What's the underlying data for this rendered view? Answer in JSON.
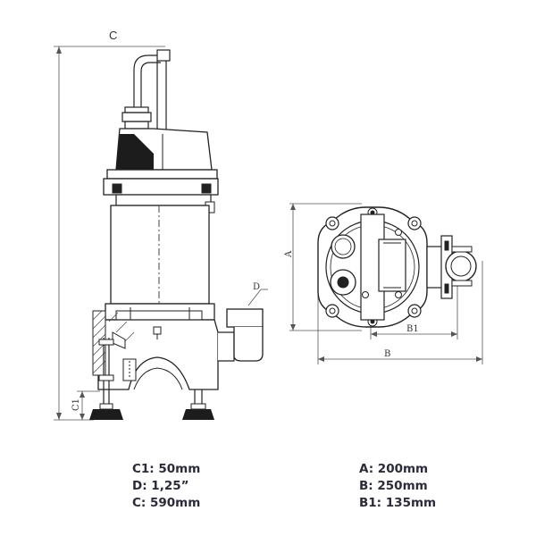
{
  "dimension_labels": {
    "c": "C",
    "c1": "C1",
    "d": "D",
    "a": "A",
    "b": "B",
    "b1": "B1"
  },
  "specs": {
    "left": [
      {
        "key": "C1",
        "text": "C1: 50mm"
      },
      {
        "key": "D",
        "text": "D: 1,25”"
      },
      {
        "key": "C",
        "text": "C: 590mm"
      }
    ],
    "right": [
      {
        "key": "A",
        "text": "A: 200mm"
      },
      {
        "key": "B",
        "text": "B: 250mm"
      },
      {
        "key": "B1",
        "text": "B1: 135mm"
      }
    ]
  }
}
